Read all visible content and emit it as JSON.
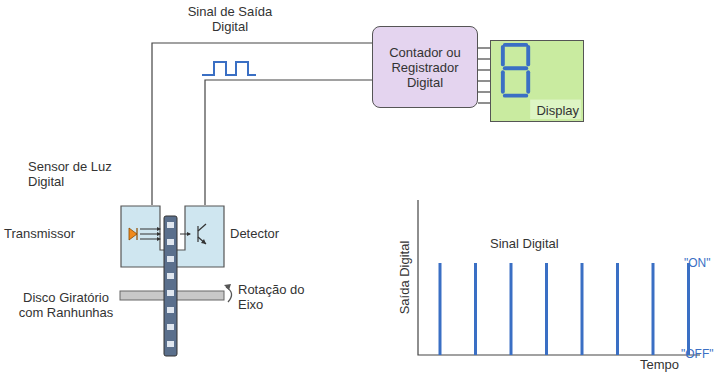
{
  "diagram": {
    "nodes": [
      {
        "text": [
          "Sensor de Luz Digital"
        ]
      },
      {
        "text": [
          "Contador ou Registrador Digital"
        ]
      },
      {
        "text": [
          "Display"
        ]
      }
    ],
    "edges": [
      {
        "from": 0,
        "to": 1,
        "arrow": "none",
        "label": "Sinal de Saída Digital"
      },
      {
        "from": 1,
        "to": 2,
        "arrow": "none"
      }
    ],
    "labels": [
      "Transmissor",
      "Detector",
      "Disco Giratório com Ranhunhas",
      "Rotação do Eixo",
      "Saída Digital",
      "Sinal Digital",
      "\"ON\"",
      "\"OFF\"",
      "Tempo"
    ]
  }
}
